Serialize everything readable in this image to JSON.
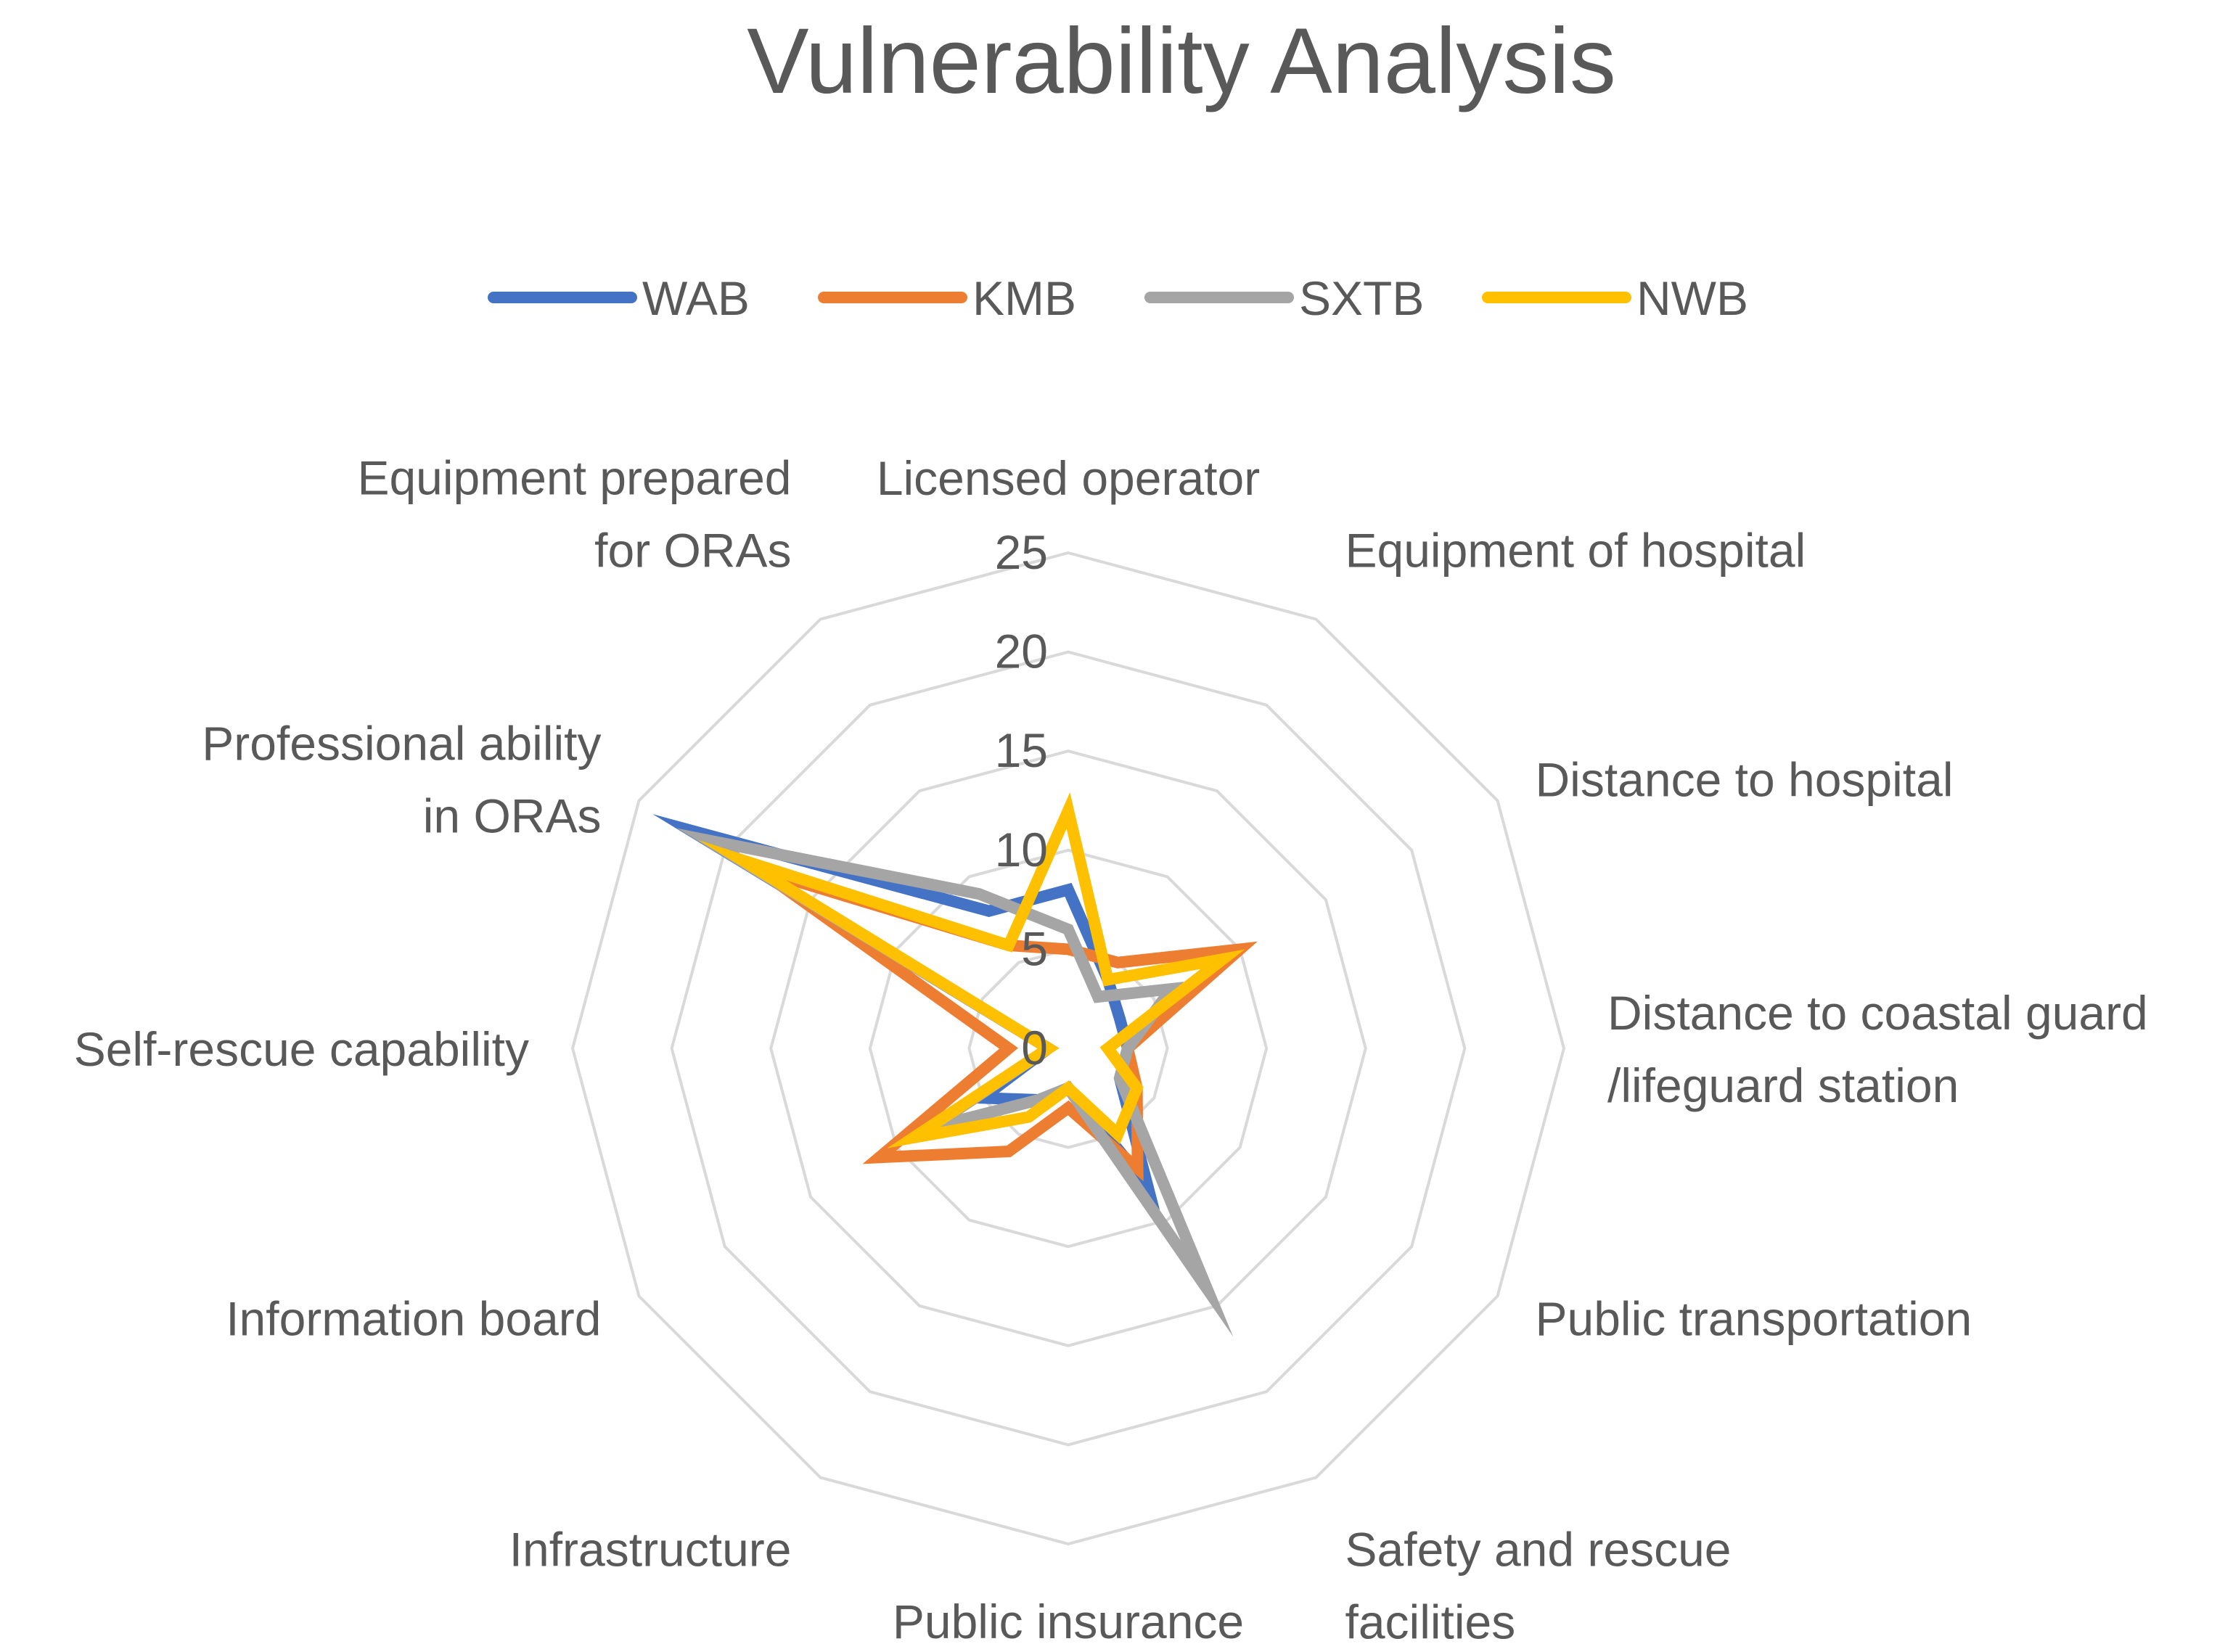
{
  "chart_data": {
    "type": "radar",
    "title": "Vulnerability Analysis",
    "categories": [
      "Licensed operator",
      "Equipment of hospital",
      "Distance to hospital",
      "Distance to coastal guard /lifeguard station",
      "Public transportation",
      "Safety and rescue facilities",
      "Public insurance",
      "Infrastructure",
      "Information board",
      "Self-rescue capability",
      "Professional ability in ORAs",
      "Equipment prepared for ORAs"
    ],
    "category_label_lines": [
      [
        "Licensed operator"
      ],
      [
        "Equipment of hospital"
      ],
      [
        "Distance to hospital"
      ],
      [
        "Distance to coastal guard",
        "/lifeguard station"
      ],
      [
        "Public transportation"
      ],
      [
        "Safety and rescue",
        "facilities"
      ],
      [
        "Public insurance"
      ],
      [
        "Infrastructure"
      ],
      [
        "Information board"
      ],
      [
        "Self-rescue capability"
      ],
      [
        "Professional ability",
        "in ORAs"
      ],
      [
        "Equipment prepared",
        "for ORAs"
      ]
    ],
    "rlim": [
      0,
      25
    ],
    "ticks": [
      "0",
      "5",
      "10",
      "15",
      "20",
      "25"
    ],
    "tick_values": [
      0,
      5,
      10,
      15,
      20,
      25
    ],
    "grid": true,
    "legend_position": "top",
    "series": [
      {
        "name": "WAB",
        "color": "#4472C4",
        "values": [
          8,
          4,
          3,
          3,
          3,
          8,
          2,
          3,
          5,
          1,
          22,
          8
        ]
      },
      {
        "name": "KMB",
        "color": "#ED7D31",
        "values": [
          5,
          5,
          10,
          3,
          4,
          7,
          3,
          6,
          11,
          3,
          18,
          6
        ]
      },
      {
        "name": "SXTB",
        "color": "#A5A5A5",
        "values": [
          6,
          3,
          6,
          3,
          3,
          14,
          2,
          3,
          8,
          1,
          21,
          9
        ]
      },
      {
        "name": "NWB",
        "color": "#FFC000",
        "values": [
          12,
          4,
          9,
          2,
          4,
          5,
          2,
          4,
          9,
          1,
          19,
          6
        ]
      }
    ]
  }
}
